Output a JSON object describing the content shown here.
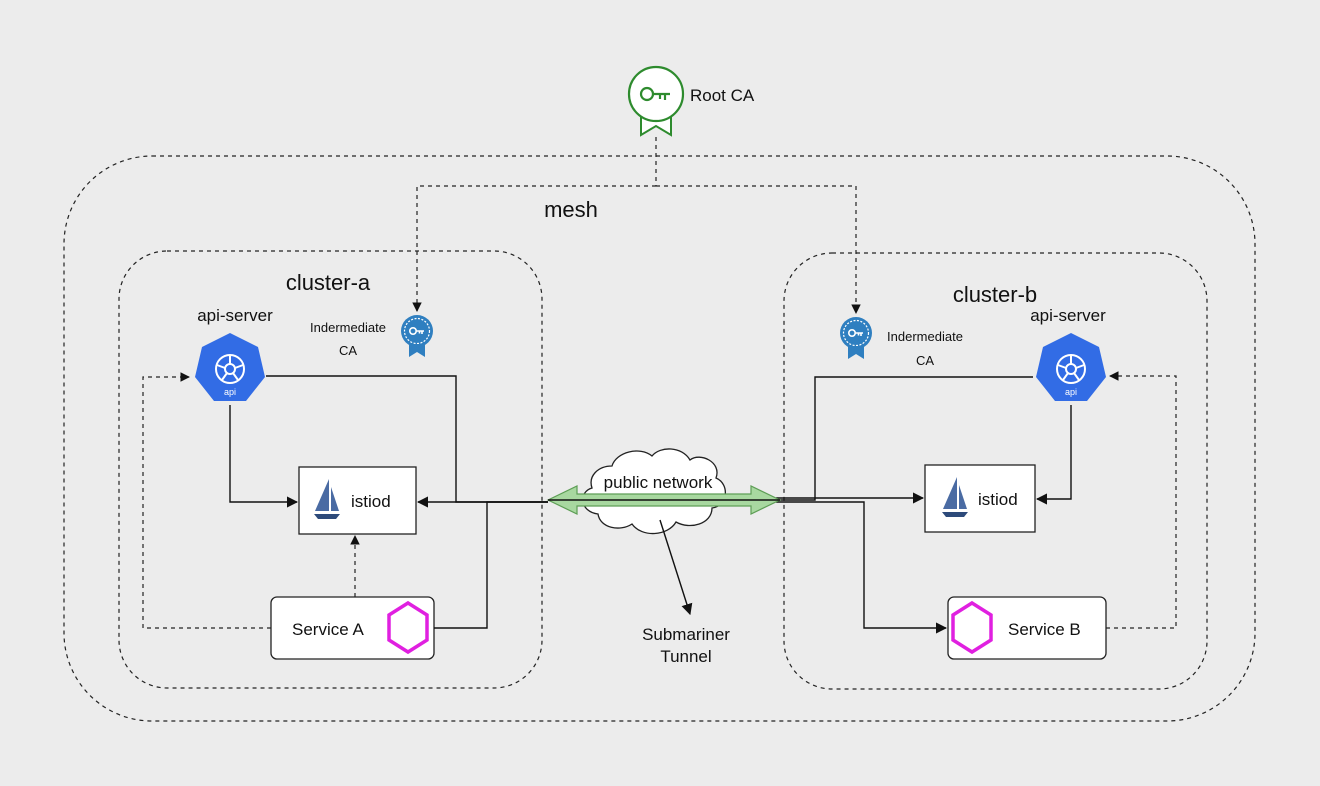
{
  "root_ca": {
    "label": "Root CA",
    "icon": "key-certificate-icon",
    "color": "#2e8b2e"
  },
  "mesh": {
    "label": "mesh"
  },
  "cluster_a": {
    "label": "cluster-a",
    "api_server": "api-server",
    "api_badge": "api",
    "ca_line1": "Indermediate",
    "ca_line2": "CA",
    "istiod": "istiod",
    "service": "Service A"
  },
  "cluster_b": {
    "label": "cluster-b",
    "api_server": "api-server",
    "api_badge": "api",
    "ca_line1": "Indermediate",
    "ca_line2": "CA",
    "istiod": "istiod",
    "service": "Service B"
  },
  "network": {
    "cloud_label": "public network",
    "tunnel_line1": "Submariner",
    "tunnel_line2": "Tunnel"
  },
  "colors": {
    "kubernetes_blue": "#326ce5",
    "ca_blue": "#2f7fc0",
    "service_magenta": "#e020e0",
    "tunnel_green": "#a8d8a0",
    "istio_navy": "#4a6ba3"
  }
}
